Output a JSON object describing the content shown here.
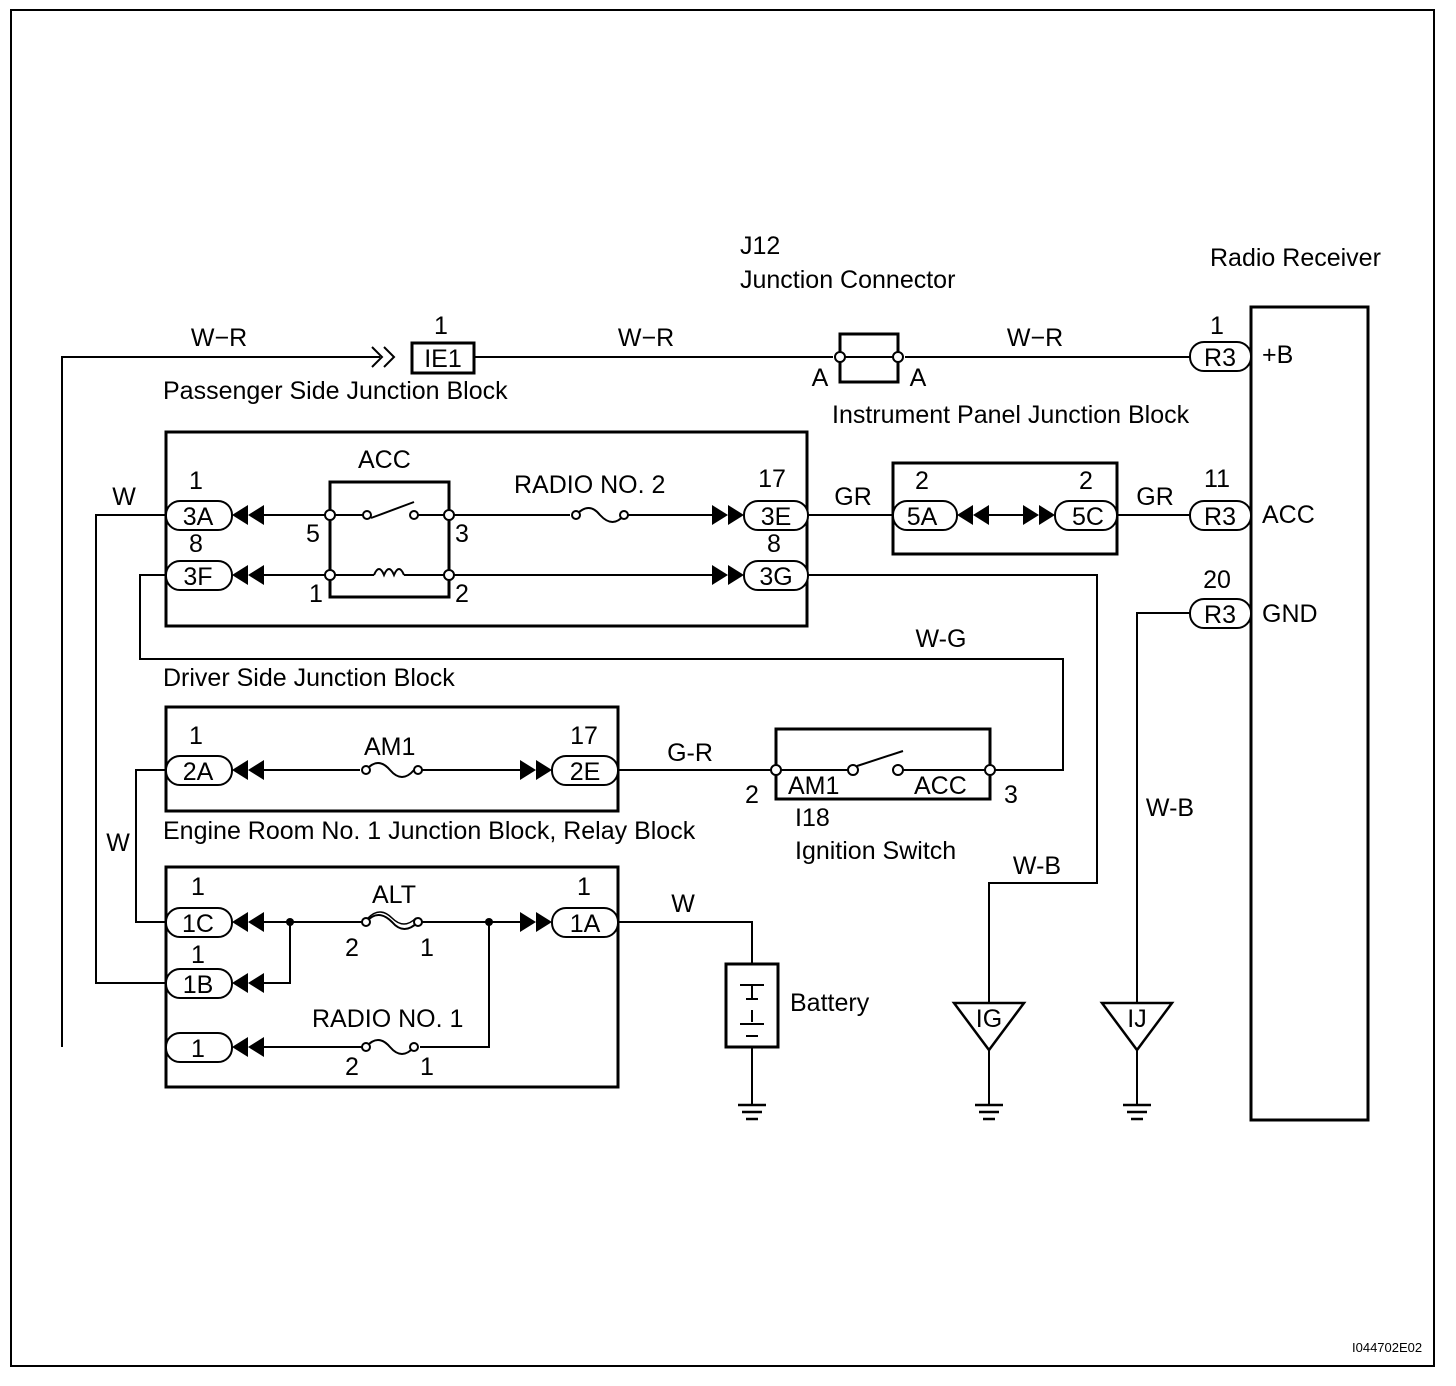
{
  "diagram_id": "I044702E02",
  "blocks": {
    "radio_receiver": "Radio Receiver",
    "j12": "J12",
    "junction_connector": "Junction Connector",
    "passenger_jb": "Passenger Side Junction Block",
    "instrument_jb": "Instrument Panel Junction Block",
    "driver_jb": "Driver Side Junction Block",
    "engine_room_jb": "Engine Room No. 1 Junction Block, Relay Block",
    "i18": "I18",
    "ignition_switch": "Ignition Switch",
    "battery": "Battery"
  },
  "components": {
    "acc_relay": "ACC",
    "radio_no2": "RADIO NO. 2",
    "am1_fuse": "AM1",
    "alt_fuse": "ALT",
    "radio_no1": "RADIO NO. 1",
    "ign_am1": "AM1",
    "ign_acc": "ACC"
  },
  "radio_pins": {
    "b": "+B",
    "acc": "ACC",
    "gnd": "GND"
  },
  "connectors": {
    "ie1": "IE1",
    "r3": "R3",
    "c3a": "3A",
    "c3f": "3F",
    "c3e": "3E",
    "c3g": "3G",
    "c5a": "5A",
    "c5c": "5C",
    "c2a": "2A",
    "c2e": "2E",
    "c1c": "1C",
    "c1b": "1B",
    "c1": "1",
    "c1a": "1A",
    "ig": "IG",
    "ij": "IJ"
  },
  "pins": {
    "ie1": "1",
    "r3_b": "1",
    "r3_acc": "11",
    "r3_gnd": "20",
    "c3a": "1",
    "c3f": "8",
    "c3e": "17",
    "c3g": "8",
    "c5a": "2",
    "c5c": "2",
    "c2a": "1",
    "c2e": "17",
    "c1c": "1",
    "c1b": "1",
    "c1a": "1",
    "j12_left": "A",
    "j12_right": "A",
    "relay_5": "5",
    "relay_3": "3",
    "relay_1": "1",
    "relay_2": "2",
    "alt_2": "2",
    "alt_1": "1",
    "rn1_2": "2",
    "rn1_1": "1",
    "ign_2": "2",
    "ign_3": "3"
  },
  "wires": {
    "w_r_1": "W−R",
    "w_r_2": "W−R",
    "w_r_3": "W−R",
    "gr_1": "GR",
    "gr_2": "GR",
    "w_1": "W",
    "w_2": "W",
    "w_3": "W",
    "w_g": "W-G",
    "g_r": "G-R",
    "w_b_1": "W-B",
    "w_b_2": "W-B"
  }
}
